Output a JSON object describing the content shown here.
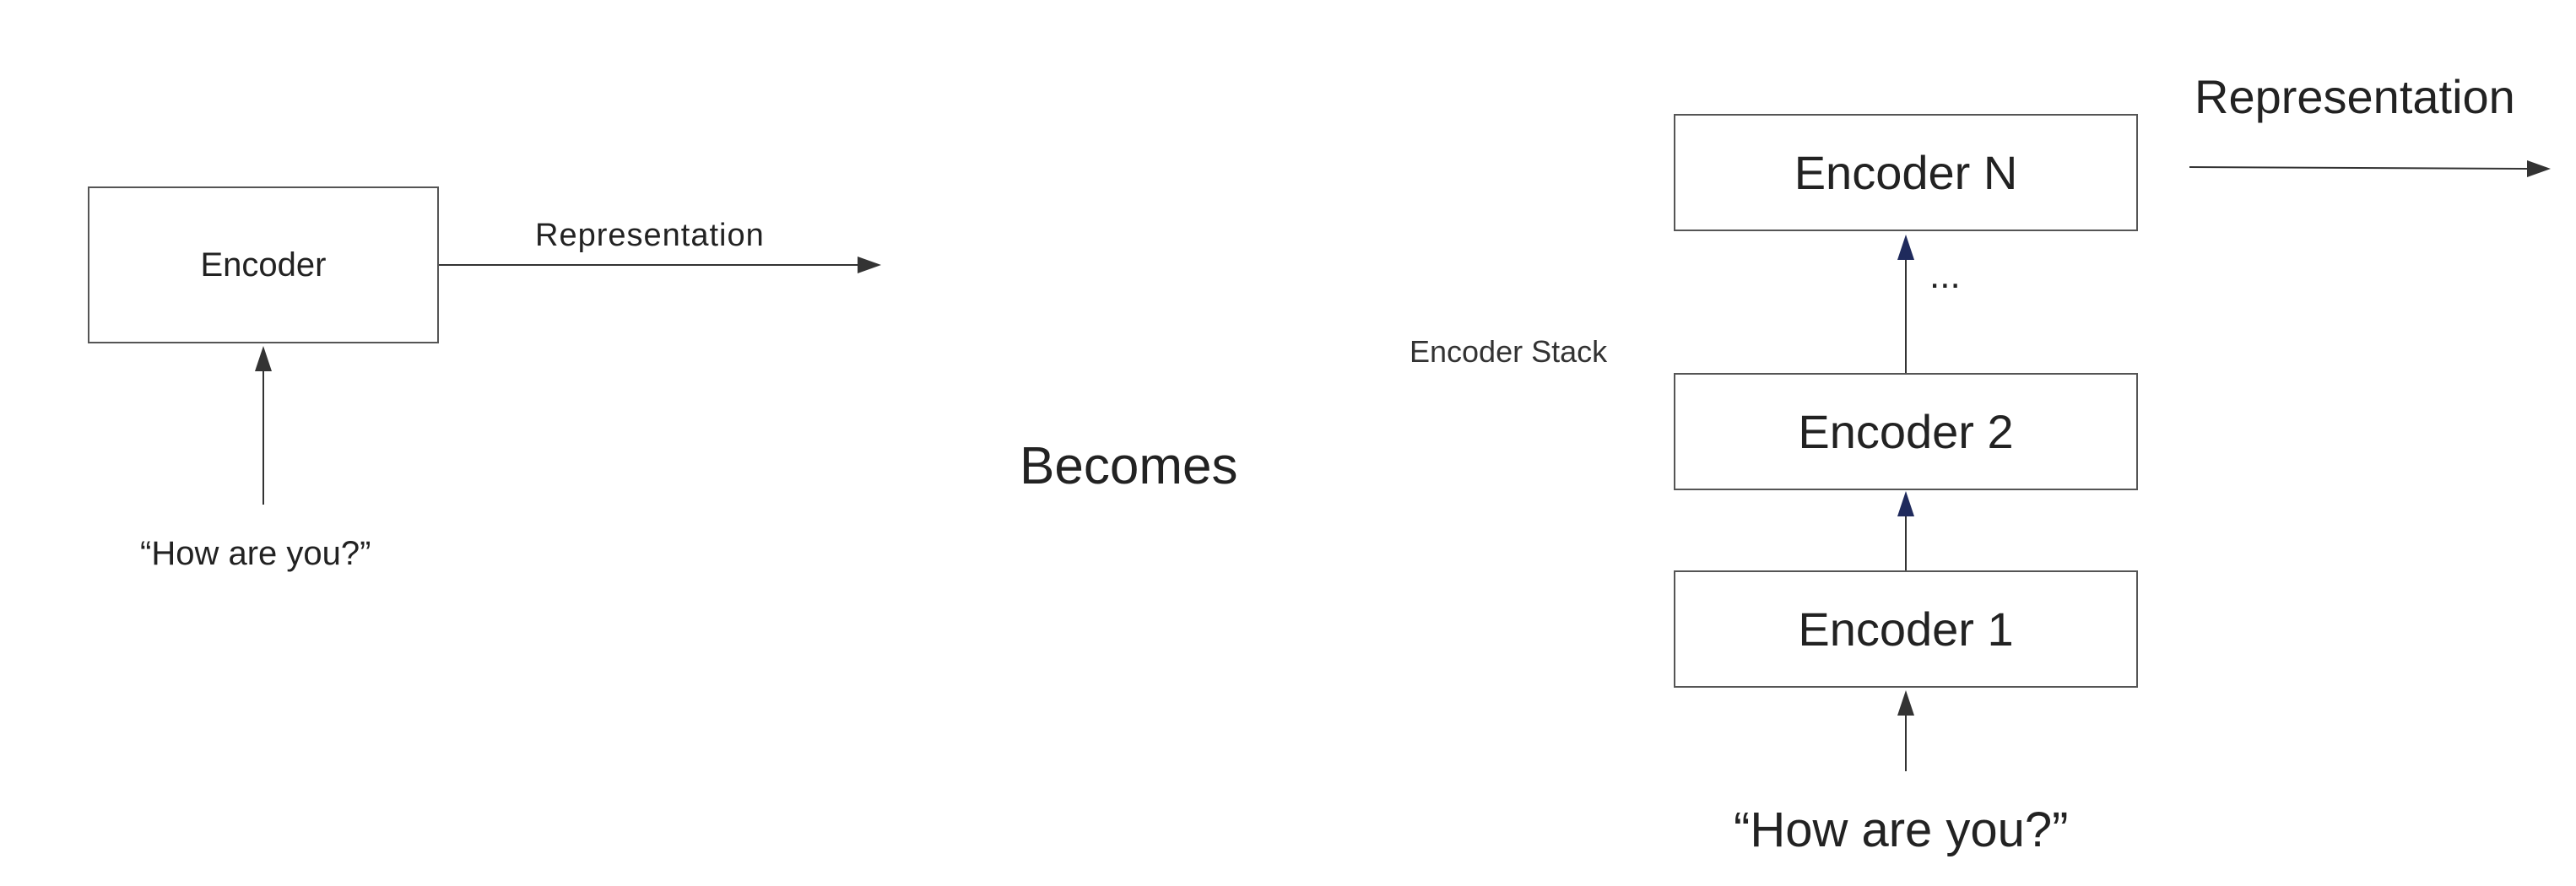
{
  "left_diagram": {
    "encoder_label": "Encoder",
    "output_label": "Representation",
    "input_label": "“How are you?”"
  },
  "transition_label": "Becomes",
  "right_diagram": {
    "stack_label": "Encoder Stack",
    "encoders": [
      "Encoder N",
      "Encoder 2",
      "Encoder 1"
    ],
    "ellipsis": "...",
    "output_label": "Representation",
    "input_label": "“How are you?”"
  },
  "colors": {
    "line": "#333333",
    "box_border": "#555555",
    "stack_arrowhead": "#1f2a5c"
  }
}
